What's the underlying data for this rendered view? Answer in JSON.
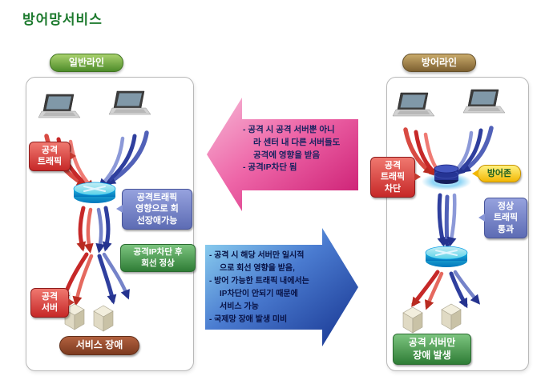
{
  "title": "방어망서비스",
  "normal_line": {
    "header": "일반라인",
    "attack_traffic": "공격\n트래픽",
    "traffic_impact": "공격트래픽\n영향으로 회\n선장애가능",
    "ip_block_result": "공격IP차단 후\n회선 정상",
    "attack_server": "공격\n서버",
    "service_failure": "서비스 장애"
  },
  "defense_line": {
    "header": "방어라인",
    "attack_traffic_block": "공격\n트래픽\n차단",
    "defense_zone": "방어존",
    "normal_traffic_pass": "정상\n트래픽\n통과",
    "result": "공격 서버만\n장애 발생"
  },
  "callout_left": {
    "direction": "left",
    "lines": [
      "- 공격 시 공격 서버뿐 아니",
      "라 센터 내 다른 서버들도",
      "공격에 영향을 받음",
      "- 공격IP차단 됨"
    ]
  },
  "callout_right": {
    "direction": "right",
    "lines": [
      "- 공격 시 해당 서버만 일시적",
      "으로 회선 영향을 받음,",
      "- 방어 가능한 트래픽 내에서는",
      "IP차단이 안되기 때문에",
      "서비스 가능",
      "- 국제망 장애 발생 미비"
    ]
  },
  "colors": {
    "title_green": "#1d7a2e",
    "attack_red": "#c62828",
    "normal_traffic_blue": "#2f3f9e",
    "callout_left_arrow_pink": "#d6317f",
    "callout_right_arrow_blue": "#2b50b8",
    "defense_zone_yellow": "#f2b705"
  },
  "icons": [
    "laptop-icon",
    "router-icon",
    "server-icon",
    "defense-zone-stack-icon"
  ]
}
